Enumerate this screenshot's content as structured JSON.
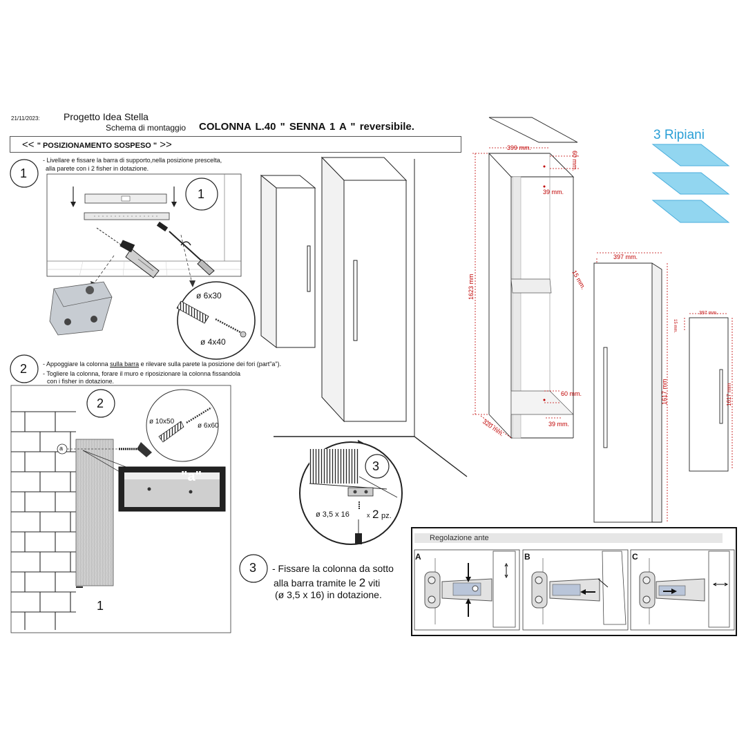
{
  "header": {
    "date": "21/11/2023:",
    "project": "Progetto Idea Stella",
    "schema_label": "Schema di montaggio",
    "product_title": "COLONNA  L.40  \" SENNA  1 A \" reversibile.",
    "banner": {
      "left_arrows": "<<",
      "text": "\" POSIZIONAMENTO SOSPESO \"",
      "right_arrows": ">>"
    }
  },
  "step1": {
    "number": "1",
    "line1": "- Livellare e fissare la barra di supporto,nella posizione prescelta,",
    "line2": "alla parete con i 2 fisher in dotazione.",
    "detail_number": "1",
    "screw_a": "ø 6x30",
    "screw_b": "ø 4x40"
  },
  "step2": {
    "number": "2",
    "line1_pre": "- Appoggiare la colonna ",
    "line1_underlined": "sulla barra",
    "line1_post": " e rilevare sulla parete la posizione dei fori (part\"a\").",
    "line2": "- Togliere la colonna, forare il muro e riposizionare la colonna fissandola",
    "line3": "con i fisher in dotazione.",
    "detail_number": "2",
    "plug": "ø 10x50",
    "screw": "ø 6x60",
    "marker": "a",
    "photo_label": "\"a\"",
    "bottom_number": "1"
  },
  "step3": {
    "number": "3",
    "detail_number": "3",
    "screw_spec": "ø 3,5 x 16",
    "qty_prefix": "x",
    "qty": "2",
    "qty_unit": "pz.",
    "line1": "- Fissare la colonna da sotto",
    "line2_pre": "alla barra tramite le ",
    "line2_num": "2",
    "line2_post": " viti",
    "line3": "(ø 3,5 x 16)  in dotazione."
  },
  "dimensions": {
    "width_top": "399 mm.",
    "top_offset": "60 mm.",
    "side_offset": "39 mm.",
    "height": "1623 mm",
    "shelf_gap": "15 mm.",
    "bottom_offset": "60 mm.",
    "bottom_side": "39 mm.",
    "depth": "320 mm.",
    "door_width": "397 mm.",
    "door_height": "1617 mm",
    "small_width": "397 mm.",
    "small_height": "1617 mm",
    "small_top": "15 mm."
  },
  "shelves_label": "3 Ripiani",
  "hinge_adjustment": {
    "title": "Regolazione ante",
    "panels": [
      {
        "label": "A",
        "direction": "vertical"
      },
      {
        "label": "B",
        "direction": "depth"
      },
      {
        "label": "C",
        "direction": "lateral"
      }
    ]
  },
  "colors": {
    "dimension_red": "#c00000",
    "shelf_blue": "#2a9fd6",
    "shelf_fill": "#7fd0ee"
  }
}
